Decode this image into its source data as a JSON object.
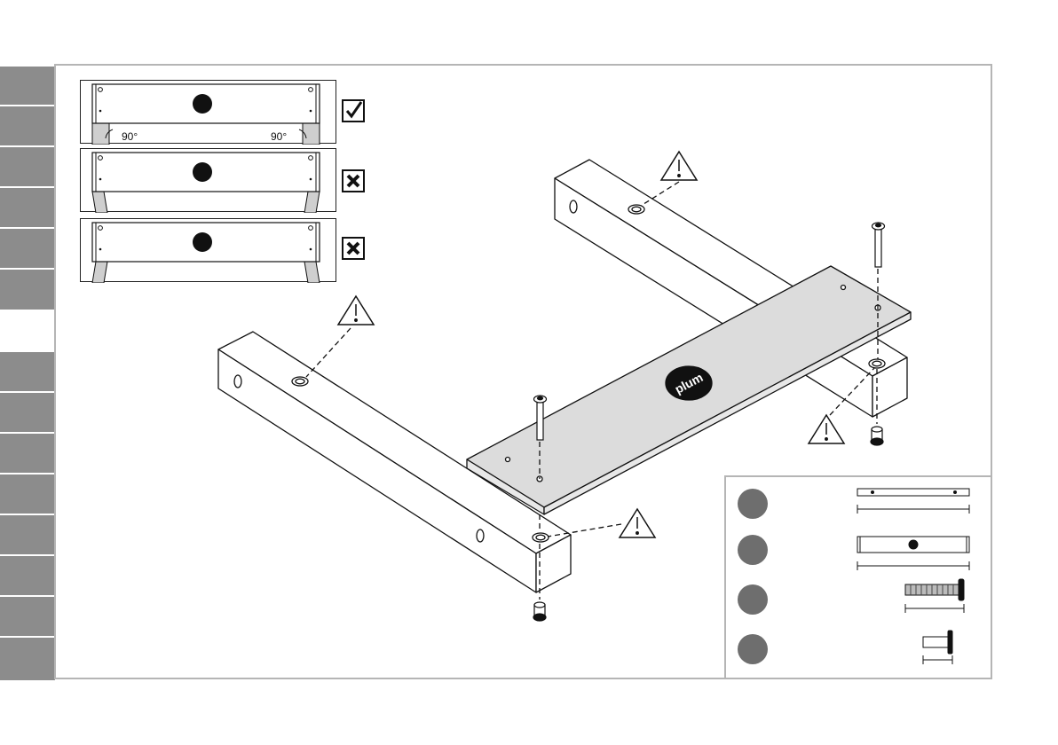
{
  "side_tabs": {
    "upper_count": 6,
    "lower_count": 8
  },
  "alignment_checks": [
    {
      "angle_left": "90°",
      "angle_right": "90°",
      "status_icon": "check-icon"
    },
    {
      "angle_left": "",
      "angle_right": "",
      "status_icon": "cross-icon"
    },
    {
      "angle_left": "",
      "angle_right": "",
      "status_icon": "cross-icon"
    }
  ],
  "brand": {
    "logo_text": "plum"
  },
  "warnings": [
    "warning-icon",
    "warning-icon",
    "warning-icon",
    "warning-icon"
  ],
  "parts_list": [
    {
      "icon": "rail-plank-icon",
      "number": ""
    },
    {
      "icon": "branded-plank-icon",
      "number": ""
    },
    {
      "icon": "bolt-icon",
      "number": ""
    },
    {
      "icon": "barrel-nut-icon",
      "number": ""
    }
  ],
  "colors": {
    "tab": "#8c8c8c",
    "frame": "#b5b5b5",
    "plank": "#dcdcdc",
    "part_dot": "#6e6e6e"
  }
}
